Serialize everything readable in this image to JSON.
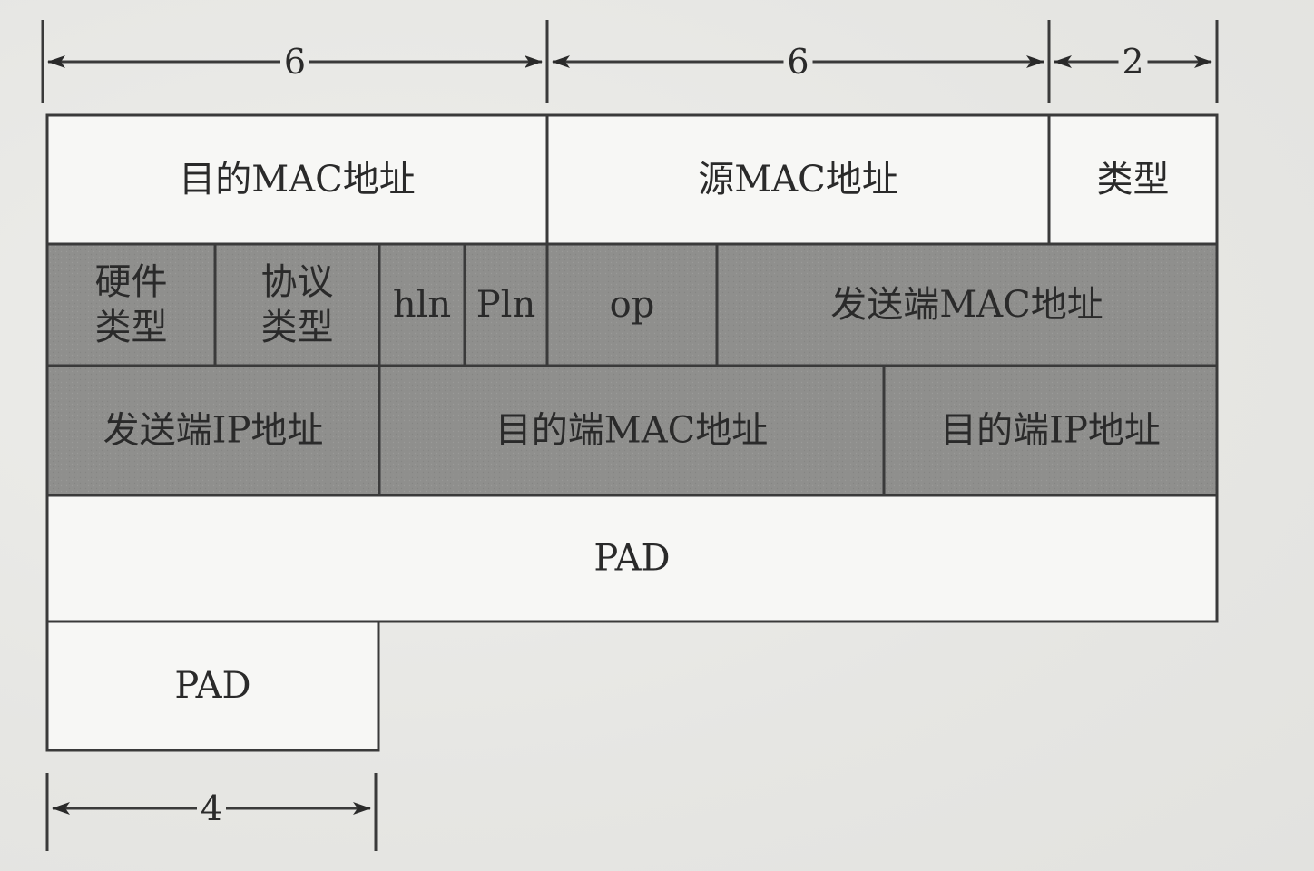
{
  "colors": {
    "background": "#e9e9e6",
    "white_cell": "#f7f7f5",
    "shaded_cell": "#8f8f8d",
    "border": "#3a3a3a",
    "text": "#2a2a2a"
  },
  "dimensions": [
    {
      "id": "dim-dest-mac",
      "label": "6"
    },
    {
      "id": "dim-src-mac",
      "label": "6"
    },
    {
      "id": "dim-type",
      "label": "2"
    },
    {
      "id": "dim-pad2",
      "label": "4"
    }
  ],
  "rows": [
    {
      "id": "ethernet-header-row",
      "cells": [
        {
          "id": "dest-mac",
          "label": "目的MAC地址",
          "shaded": false
        },
        {
          "id": "src-mac",
          "label": "源MAC地址",
          "shaded": false
        },
        {
          "id": "frame-type",
          "label": "类型",
          "shaded": false
        }
      ]
    },
    {
      "id": "arp-row-1",
      "cells": [
        {
          "id": "hardware-type",
          "label": "硬件\n类型",
          "shaded": true
        },
        {
          "id": "protocol-type",
          "label": "协议\n类型",
          "shaded": true
        },
        {
          "id": "hln",
          "label": "hln",
          "shaded": true
        },
        {
          "id": "pln",
          "label": "Pln",
          "shaded": true
        },
        {
          "id": "op",
          "label": "op",
          "shaded": true
        },
        {
          "id": "sender-mac",
          "label": "发送端MAC地址",
          "shaded": true
        }
      ]
    },
    {
      "id": "arp-row-2",
      "cells": [
        {
          "id": "sender-ip",
          "label": "发送端IP地址",
          "shaded": true
        },
        {
          "id": "target-mac",
          "label": "目的端MAC地址",
          "shaded": true
        },
        {
          "id": "target-ip",
          "label": "目的端IP地址",
          "shaded": true
        }
      ]
    },
    {
      "id": "pad-row-1",
      "cells": [
        {
          "id": "pad-1",
          "label": "PAD",
          "shaded": false
        }
      ]
    },
    {
      "id": "pad-row-2",
      "cells": [
        {
          "id": "pad-2",
          "label": "PAD",
          "shaded": false
        }
      ]
    }
  ]
}
